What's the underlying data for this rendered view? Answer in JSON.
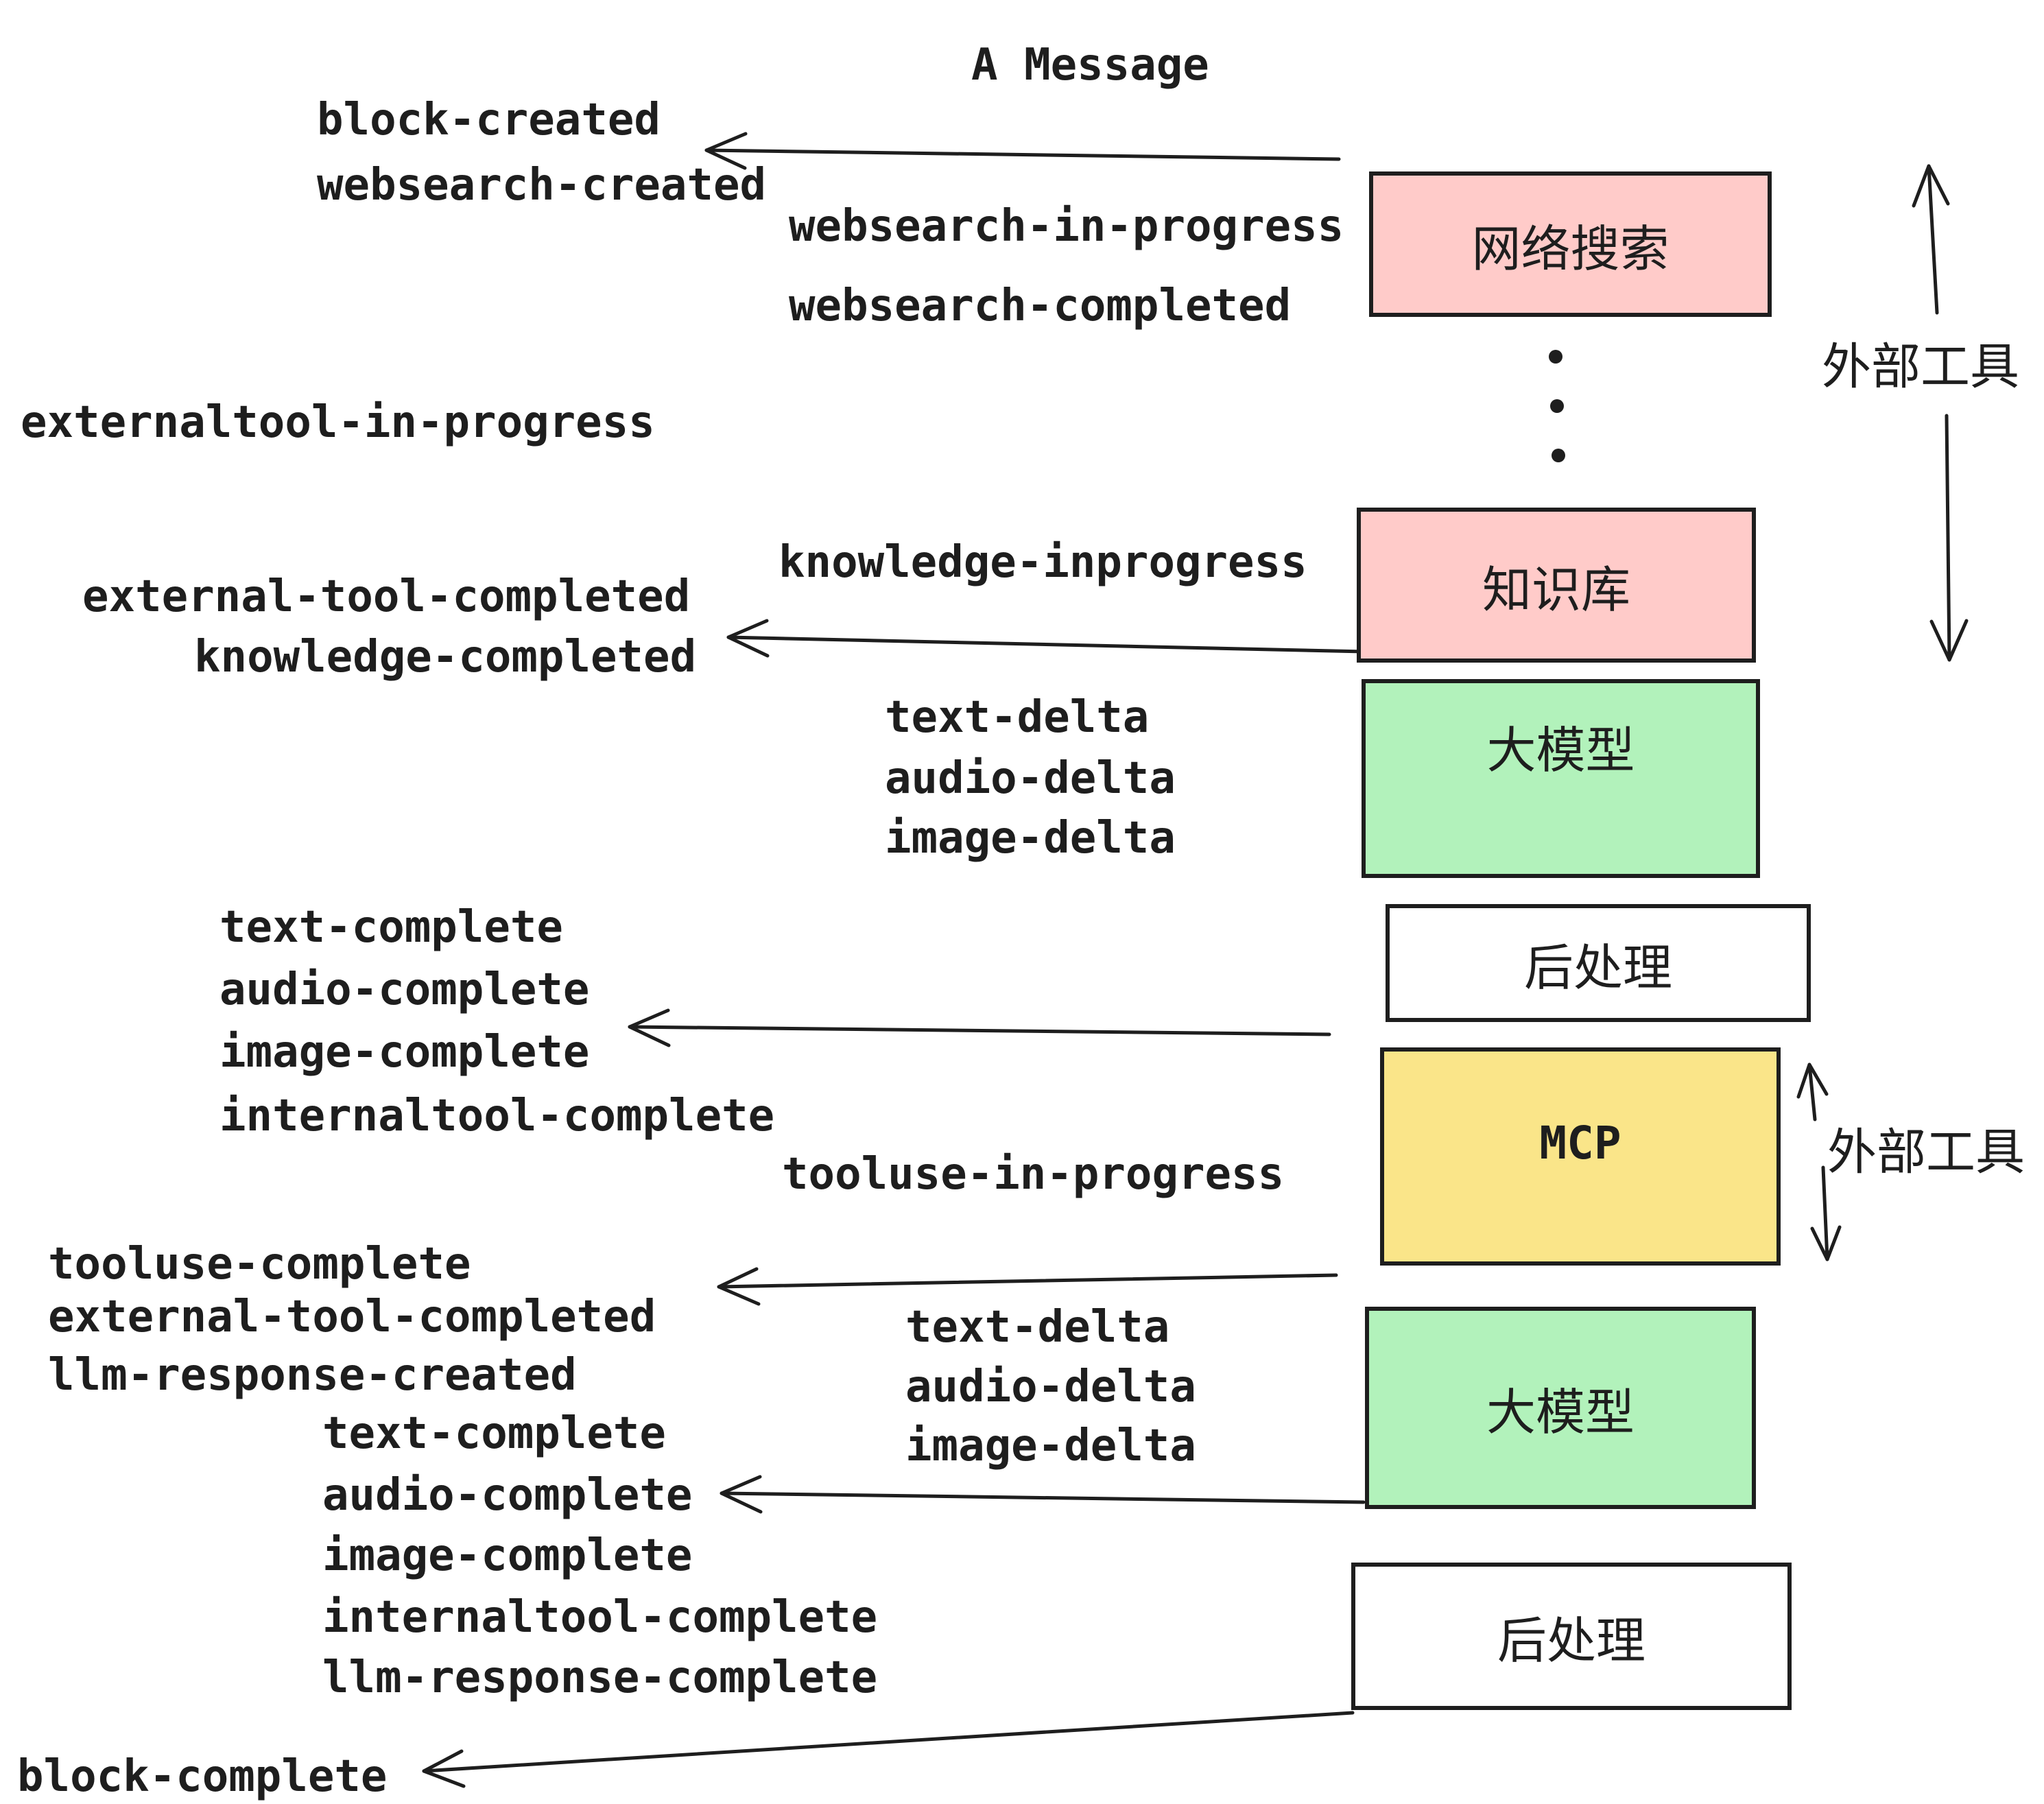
{
  "title": "A Message",
  "colors": {
    "ink": "#1e1e1e",
    "pink_box": "#FFCBC9",
    "green_box": "#B2F2BB",
    "yellow_box": "#FAE589",
    "white_box": "#ffffff",
    "background": "#ffffff"
  },
  "boxes": [
    "网络搜索",
    "知识库",
    "大模型",
    "后处理",
    "MCP",
    "大模型",
    "后处理"
  ],
  "side_labels": {
    "external_tools_top": "外部工具",
    "external_tools_bottom": "外部工具"
  },
  "events": [
    "block-created",
    "websearch-created",
    "websearch-in-progress",
    "websearch-completed",
    "externaltool-in-progress",
    "knowledge-inprogress",
    "external-tool-completed",
    "knowledge-completed",
    "text-delta",
    "audio-delta",
    "image-delta",
    "text-complete",
    "audio-complete",
    "image-complete",
    "internaltool-complete",
    "tooluse-in-progress",
    "tooluse-complete",
    "external-tool-completed",
    "llm-response-created",
    "text-delta",
    "audio-delta",
    "image-delta",
    "text-complete",
    "audio-complete",
    "image-complete",
    "internaltool-complete",
    "llm-response-complete",
    "block-complete"
  ]
}
